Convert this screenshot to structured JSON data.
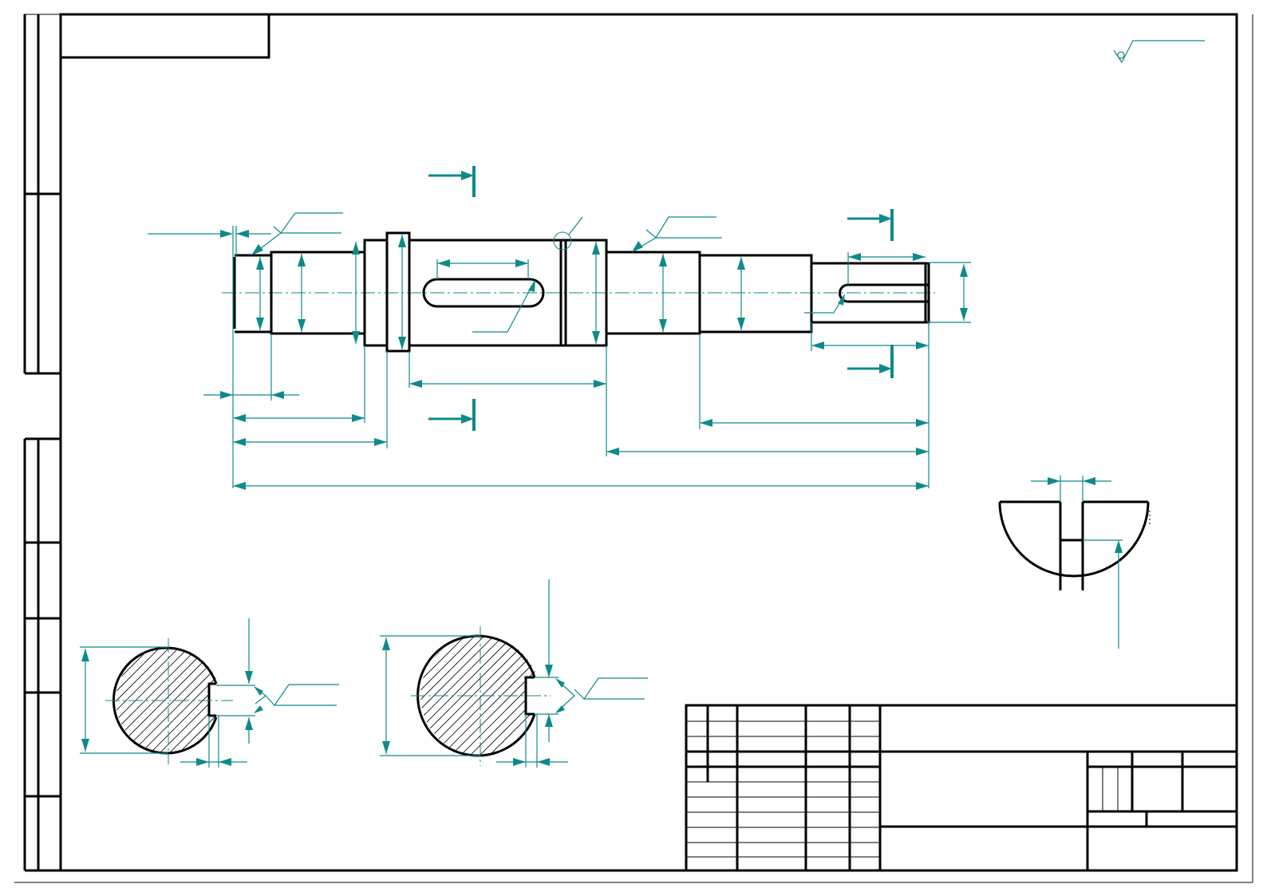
{
  "drawing": {
    "type": "shaft-detail-drawing",
    "dimension_color": "#0e8a8a",
    "line_color": "#000000",
    "background": "#ffffff",
    "views": [
      "main-view",
      "section-a",
      "section-b",
      "detail-view",
      "title-block"
    ]
  }
}
